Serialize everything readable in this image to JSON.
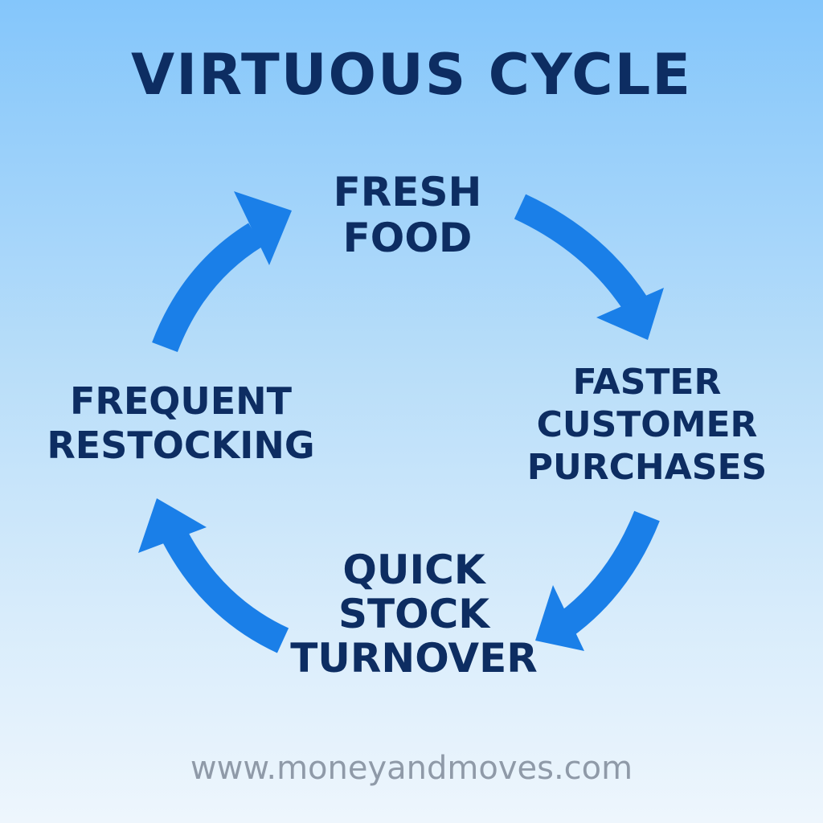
{
  "title": "VIRTUOUS CYCLE",
  "nodes": {
    "top": {
      "line1": "FRESH",
      "line2": "FOOD"
    },
    "right": {
      "line1": "FASTER",
      "line2": "CUSTOMER",
      "line3": "PURCHASES"
    },
    "bottom": {
      "line1": "QUICK",
      "line2": "STOCK",
      "line3": "TURNOVER"
    },
    "left": {
      "line1": "FREQUENT",
      "line2": "RESTOCKING"
    }
  },
  "footer": "www.moneyandmoves.com",
  "colors": {
    "text": "#0d2d62",
    "arrow": "#1a7fe8",
    "footer": "#8f9aa8"
  }
}
